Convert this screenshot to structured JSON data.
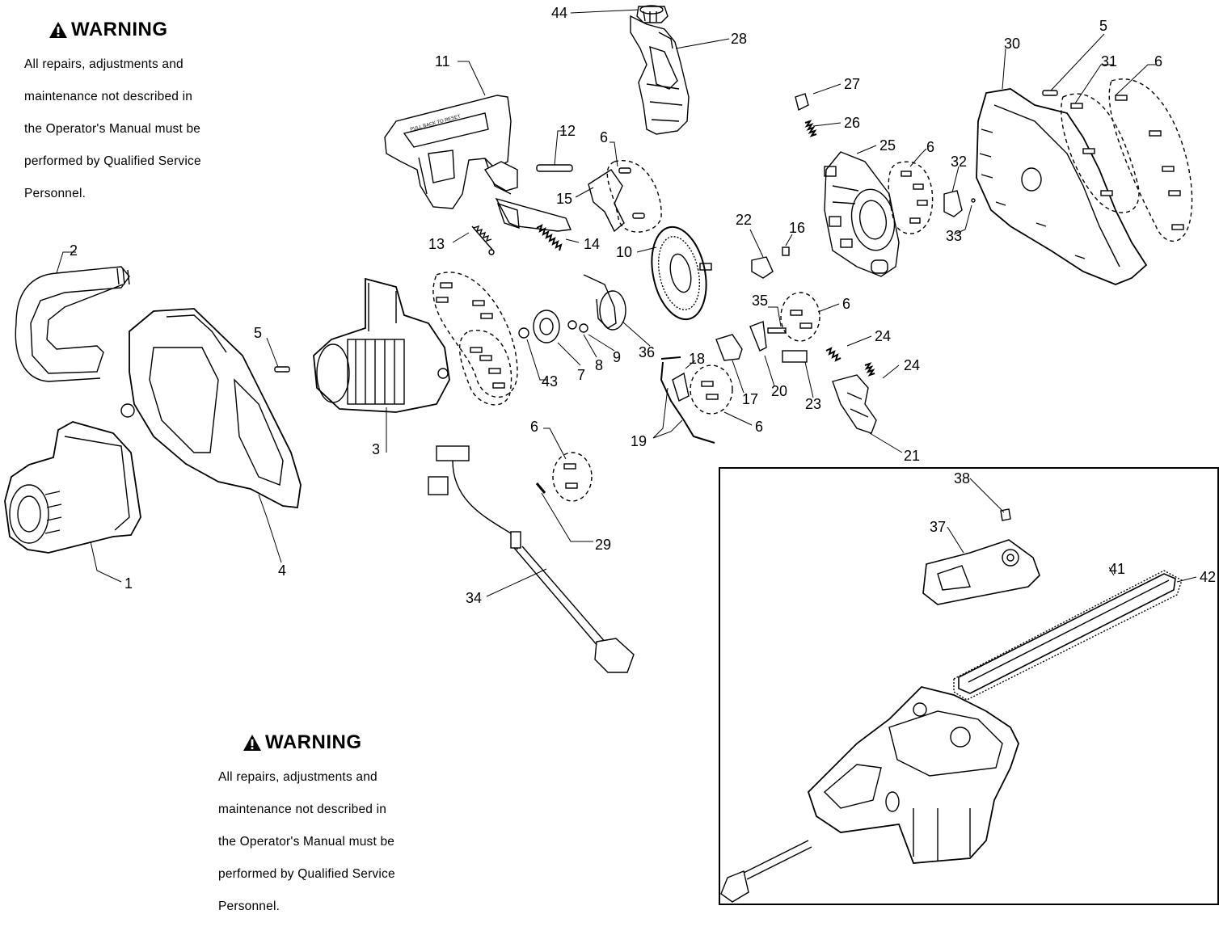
{
  "warnings": [
    {
      "title": "WARNING",
      "lines": [
        "All repairs, adjustments and",
        "maintenance not described in",
        "the Operator's Manual must be",
        "performed by Qualified Service",
        "Personnel."
      ]
    },
    {
      "title": "WARNING",
      "lines": [
        "All repairs, adjustments and",
        "maintenance not described in",
        "the Operator's Manual must be",
        "performed by Qualified Service",
        "Personnel."
      ]
    }
  ],
  "guard_text": "PULL BACK TO RESET",
  "callouts": [
    "44",
    "28",
    "11",
    "12",
    "6",
    "15",
    "13",
    "14",
    "10",
    "27",
    "26",
    "25",
    "6",
    "32",
    "33",
    "22",
    "16",
    "30",
    "5",
    "31",
    "6",
    "2",
    "5",
    "3",
    "43",
    "7",
    "8",
    "9",
    "36",
    "35",
    "6",
    "24",
    "24",
    "18",
    "17",
    "20",
    "23",
    "19",
    "6",
    "21",
    "6",
    "1",
    "4",
    "29",
    "34",
    "38",
    "37",
    "41",
    "42"
  ],
  "icons": [
    "warning-triangle-icon"
  ]
}
